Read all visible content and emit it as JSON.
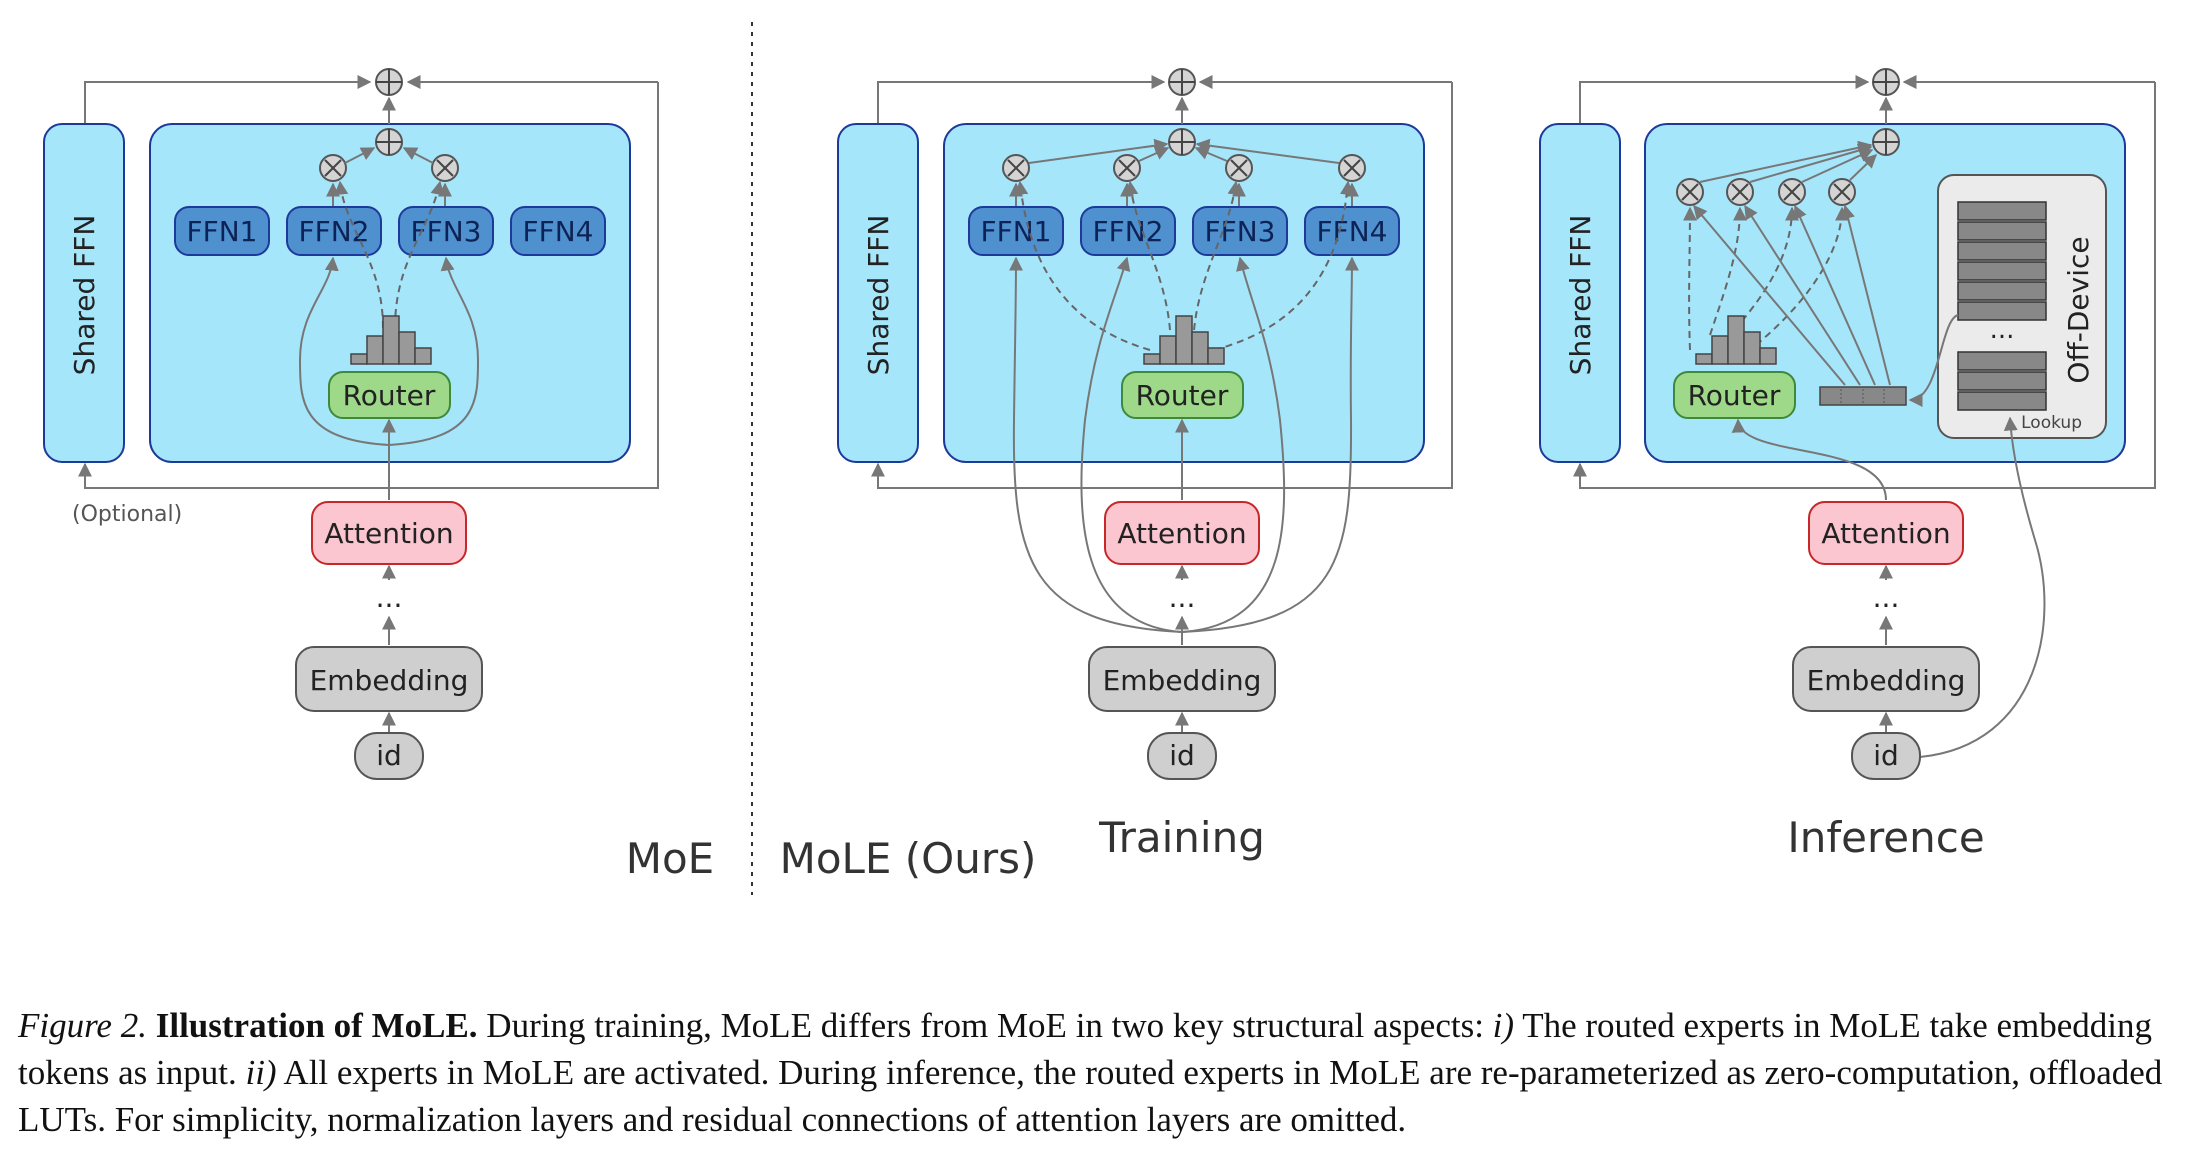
{
  "labels": {
    "shared_ffn": "Shared FFN",
    "ffn1": "FFN1",
    "ffn2": "FFN2",
    "ffn3": "FFN3",
    "ffn4": "FFN4",
    "router": "Router",
    "attention": "Attention",
    "embedding": "Embedding",
    "id": "id",
    "dots": "...",
    "optional": "(Optional)",
    "off_device": "Off-Device",
    "lookup": "Lookup",
    "lut_dots": "..."
  },
  "sections": {
    "moe": "MoE",
    "mole": "MoLE (Ours)",
    "training": "Training",
    "inference": "Inference"
  },
  "caption": {
    "fig_label": "Figure 2.",
    "title": "Illustration of MoLE.",
    "text1": "During training, MoLE differs from MoE in two key structural aspects:",
    "i": "i)",
    "text2": "The routed experts in MoLE take embedding tokens as input.",
    "ii": "ii)",
    "text3": "All experts in MoLE are activated. During inference, the routed experts in MoLE are re-parameterized as zero-computation, offloaded LUTs. For simplicity, normalization layers and residual connections of attention layers are omitted."
  },
  "colors": {
    "panel_fill": "#a6e6fb",
    "panel_stroke": "#1d3a9a",
    "ffn_fill": "#4f90cf",
    "router_fill": "#9ed98a",
    "router_stroke": "#3d8a3a",
    "attention_fill": "#fbc6d0",
    "attention_stroke": "#c62828",
    "grey_fill": "#cfcfcf",
    "line": "#777777"
  }
}
